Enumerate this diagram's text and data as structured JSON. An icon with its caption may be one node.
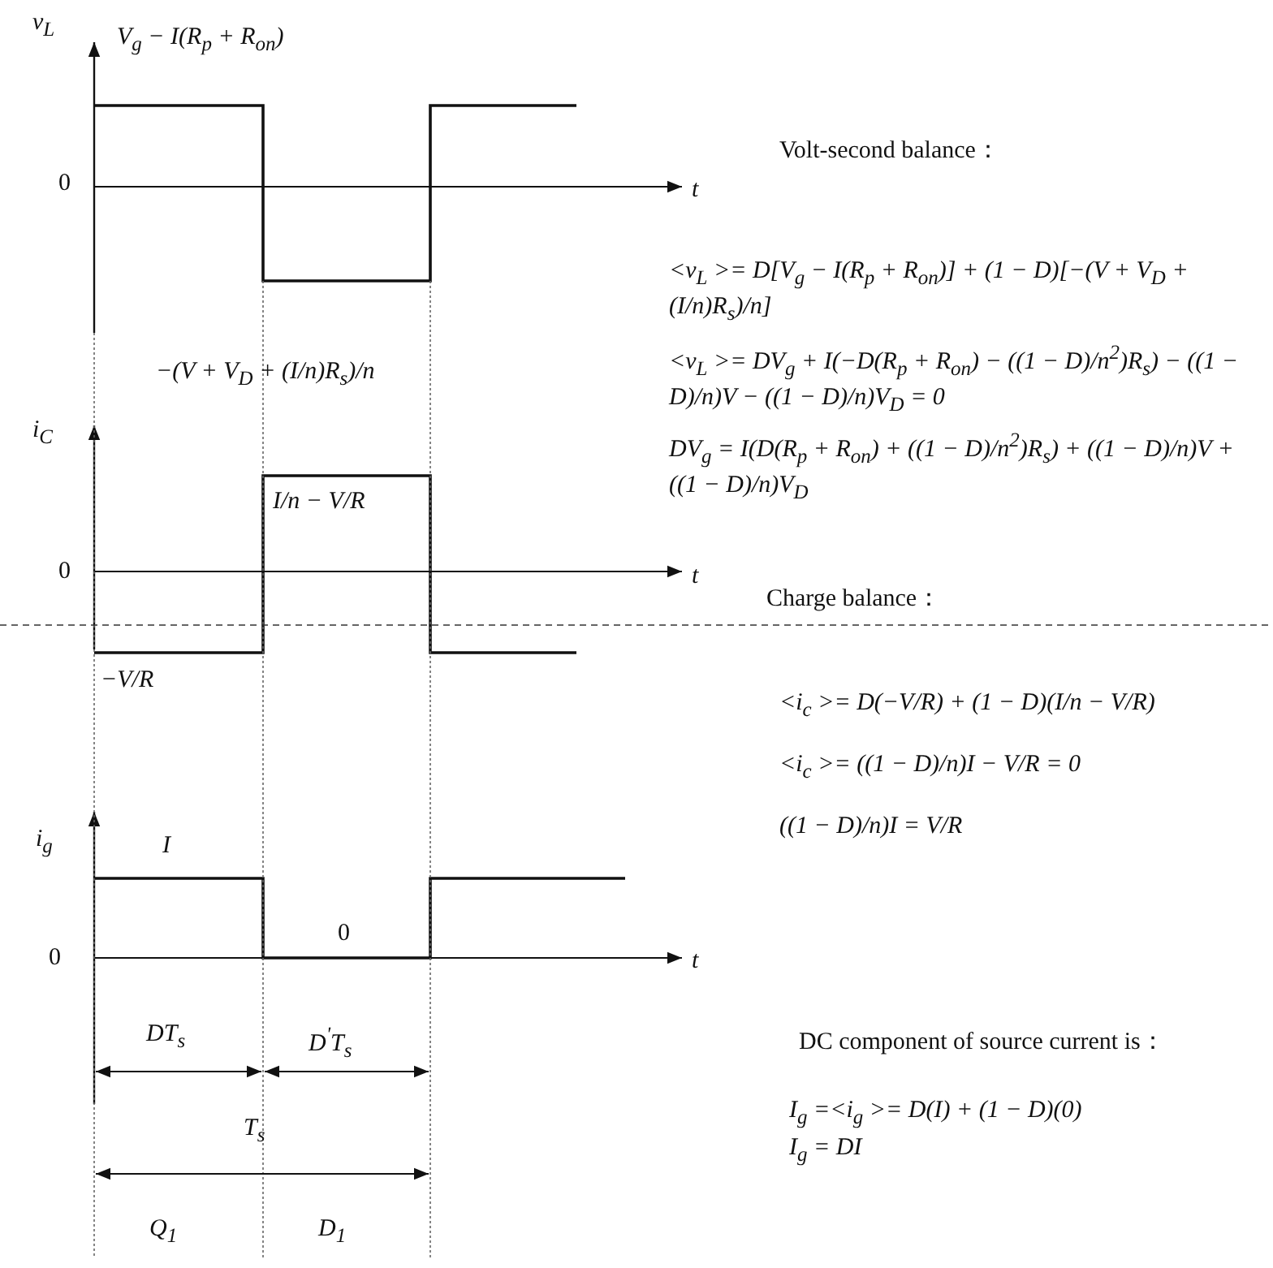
{
  "diagram": {
    "labels": [
      "v$_{L}$",
      "V$_{g}$ − I(R$_{p}$ + R$_{on}$)",
      "0",
      "t",
      "Volt-second balance：",
      "<v$_{L}$ >= D[V$_{g}$ − I(R$_{p}$ + R$_{on}$)] + (1 − D)[−(V + V$_{D}$ + (I/n)R$_{s}$)/n]",
      "−(V + V$_{D}$ + (I/n)R$_{s}$)/n",
      "<v$_{L}$ >= DV$_{g}$ + I(−D(R$_{p}$ + R$_{on}$) − ((1 − D)/n$^{2}$)R$_{s}$) − ((1 − D)/n)V − ((1 − D)/n)V$_{D}$ = 0",
      "DV$_{g}$ = I(D(R$_{p}$ + R$_{on}$) + ((1 − D)/n$^{2}$)R$_{s}$) + ((1 − D)/n)V + ((1 − D)/n)V$_{D}$",
      "i$_{C}$",
      "I/n − V/R",
      "0",
      "t",
      "Charge balance：",
      "−V/R",
      "<i$_{c}$ >= D(−V/R) + (1 − D)(I/n − V/R)",
      "<i$_{c}$ >= ((1 − D)/n)I − V/R = 0",
      "((1 − D)/n)I = V/R",
      "i$_{g}$",
      "I",
      "0",
      "0",
      "t",
      "DT$_{s}$",
      "D$^{'}$T$_{s}$",
      "DC component of source current is：",
      "I$_{g}$ =<i$_{g}$ >= D(I) + (1 − D)(0)",
      "I$_{g}$ = DI",
      "T$_{s}$",
      "Q$_{1}$",
      "D$_{1}$"
    ]
  }
}
